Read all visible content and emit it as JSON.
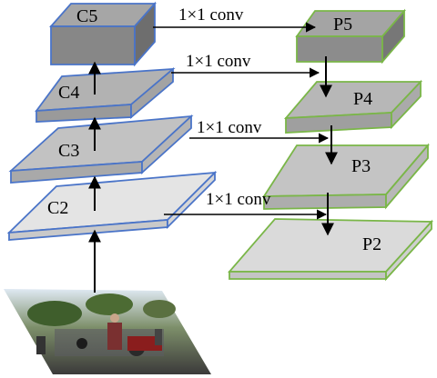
{
  "labels": {
    "c5": "C5",
    "c4": "C4",
    "c3": "C3",
    "c2": "C2",
    "p5": "P5",
    "p4": "P4",
    "p3": "P3",
    "p2": "P2"
  },
  "connections": {
    "conv_c5_p5": "1×1 conv",
    "conv_c4_p4": "1×1 conv",
    "conv_c3_p3": "1×1 conv",
    "conv_c2_p2": "1×1 conv"
  },
  "colors": {
    "backbone_edge": "#4a74c8",
    "pyramid_edge": "#7ab648",
    "arrow": "#000000"
  }
}
